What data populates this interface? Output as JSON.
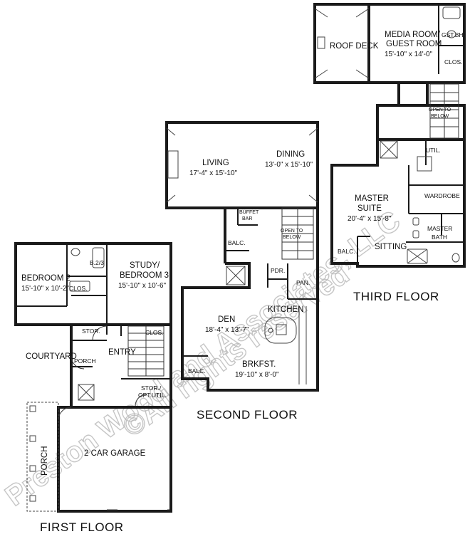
{
  "floors": {
    "first": {
      "label": "FIRST FLOOR",
      "rooms": {
        "bedroom2": {
          "name": "BEDROOM 2",
          "dims": "15'-10\" x 10'-2\""
        },
        "bath": {
          "name": "B.2/3"
        },
        "clos_bed": {
          "name": "CLOS."
        },
        "study": {
          "name1": "STUDY/",
          "name2": "BEDROOM 3",
          "dims": "15'-10\" x 10'-6\""
        },
        "clos_study": {
          "name": "CLOS."
        },
        "stor": {
          "name": "STOR."
        },
        "courtyard": {
          "name": "COURTYARD"
        },
        "porch_small": {
          "name": "PORCH"
        },
        "entry": {
          "name": "ENTRY"
        },
        "stor_util": {
          "name1": "STOR./",
          "name2": "OPT.UTIL."
        },
        "porch_garage": {
          "name": "PORCH"
        },
        "garage": {
          "name": "2 CAR GARAGE"
        }
      }
    },
    "second": {
      "label": "SECOND FLOOR",
      "rooms": {
        "living": {
          "name": "LIVING",
          "dims": "17'-4\" x 15'-10\""
        },
        "dining": {
          "name": "DINING",
          "dims": "13'-0\" x 15'-10\""
        },
        "buffet": {
          "name1": "BUFFET",
          "name2": "BAR"
        },
        "balc_top": {
          "name": "BALC."
        },
        "open_below": {
          "name1": "OPEN TO",
          "name2": "BELOW"
        },
        "pdr": {
          "name": "PDR."
        },
        "pan": {
          "name": "PAN."
        },
        "den": {
          "name": "DEN",
          "dims": "18'-4\" x 13'-7\""
        },
        "kitchen": {
          "name": "KITCHEN"
        },
        "brkfst": {
          "name": "BRKFST.",
          "dims": "19'-10\" x 8'-0\""
        },
        "balc_bottom": {
          "name": "BALC."
        }
      }
    },
    "third": {
      "label": "THIRD FLOOR",
      "rooms": {
        "roof_deck": {
          "name": "ROOF DECK"
        },
        "media": {
          "name1": "MEDIA ROOM/",
          "name2": "GUEST ROOM",
          "dims": "15'-10\" x 14'-0\""
        },
        "gst_bath": {
          "name": "GST.BH."
        },
        "clos": {
          "name": "CLOS."
        },
        "open_below": {
          "name1": "OPEN TO",
          "name2": "BELOW"
        },
        "util": {
          "name": "UTIL."
        },
        "wardrobe": {
          "name": "WARDROBE"
        },
        "master": {
          "name1": "MASTER",
          "name2": "SUITE",
          "dims": "20'-4\" x 15'-8\""
        },
        "master_bath": {
          "name1": "MASTER",
          "name2": "BATH"
        },
        "sitting": {
          "name": "SITTING"
        },
        "balc": {
          "name": "BALC."
        }
      }
    }
  },
  "watermark": {
    "line1": "Preston Wood and Associates, LLC",
    "line2": "©All rights reserved"
  }
}
